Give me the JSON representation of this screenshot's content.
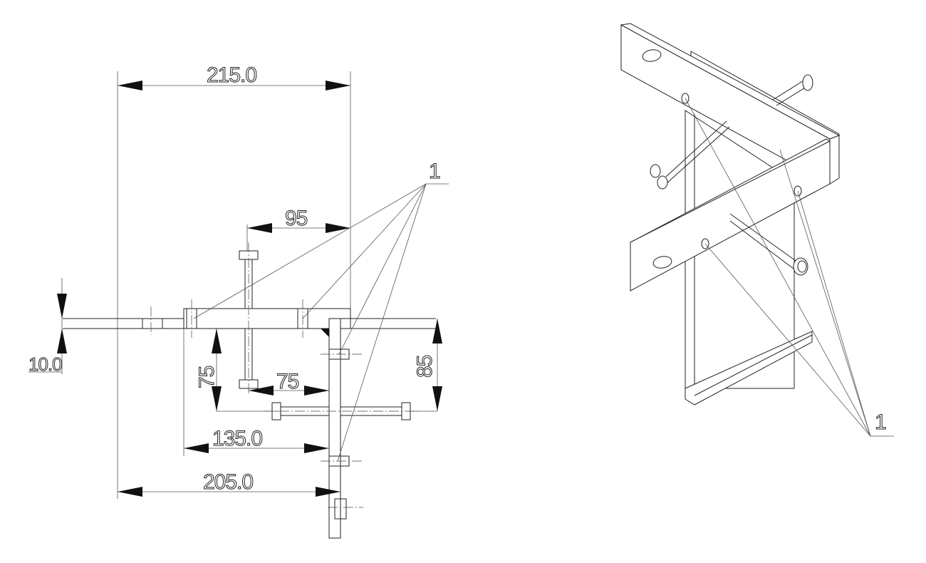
{
  "dimensions": {
    "overall_width": "215.0",
    "bolt_offset": "95",
    "plate_thickness": "10.0",
    "vertical_left": "75",
    "bolt_gap": "75",
    "vertical_right": "85",
    "inner_span": "135.0",
    "bottom_span": "205.0"
  },
  "callouts": {
    "front_view_label": "1",
    "iso_view_label": "1"
  }
}
